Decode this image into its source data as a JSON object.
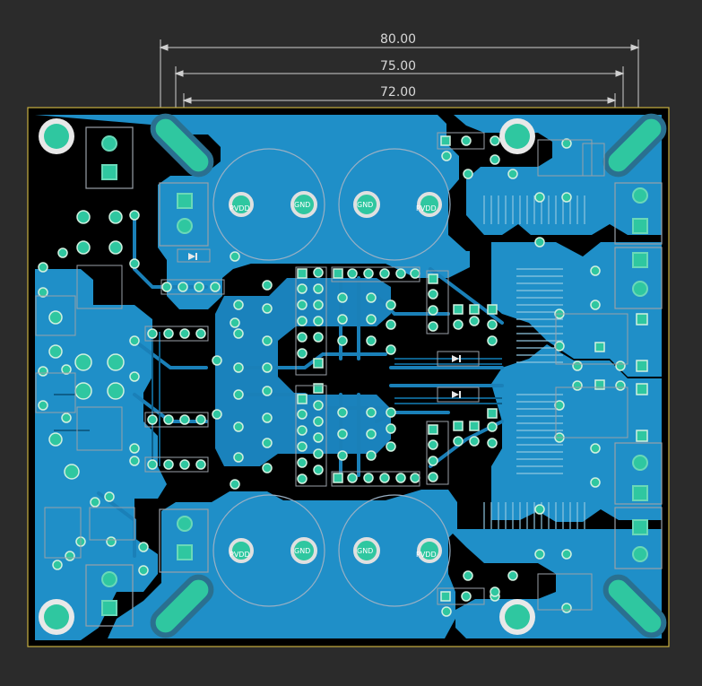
{
  "colors": {
    "background": "#2b2b2b",
    "board": "#000000",
    "board_outline": "#c8b040",
    "copper": "#1f8fc8",
    "copper_trace": "#1a80b8",
    "pad": "#2fc7a0",
    "pad_ring": "#6ad8b8",
    "silkscreen": "#9aa0a8",
    "dimension": "#d0d0d0"
  },
  "dimensions": [
    {
      "label": "80.00",
      "value": 80.0
    },
    {
      "label": "75.00",
      "value": 75.0
    },
    {
      "label": "72.00",
      "value": 72.0
    }
  ],
  "capacitors": [
    {
      "labels": [
        "PVDD",
        "GND"
      ]
    },
    {
      "labels": [
        "GND",
        "PVDD"
      ]
    },
    {
      "labels": [
        "PVDD",
        "GND"
      ]
    },
    {
      "labels": [
        "GND",
        "PVDD"
      ]
    }
  ]
}
